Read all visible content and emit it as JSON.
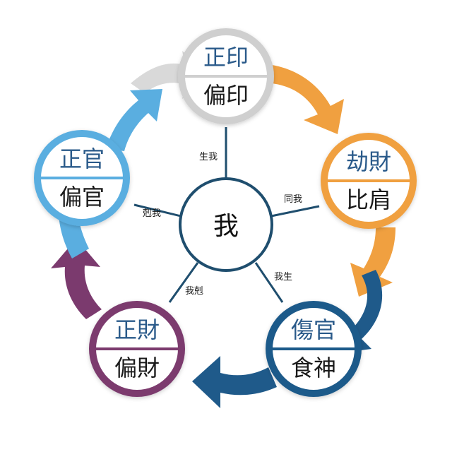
{
  "center": {
    "label": "我"
  },
  "nodes": [
    {
      "key": "yin",
      "top": "正印",
      "bottom": "偏印",
      "color": "#cfcfcf"
    },
    {
      "key": "cai_b",
      "top": "劫財",
      "bottom": "比肩",
      "color": "#f0a040"
    },
    {
      "key": "shang",
      "top": "傷官",
      "bottom": "食神",
      "color": "#1f5a8a"
    },
    {
      "key": "cai",
      "top": "正財",
      "bottom": "偏財",
      "color": "#7b3a6e"
    },
    {
      "key": "guan",
      "top": "正官",
      "bottom": "偏官",
      "color": "#5aaee0"
    }
  ],
  "relations": {
    "sheng_wo": "生我",
    "tong_wo": "同我",
    "wo_sheng": "我生",
    "wo_ke": "我剋",
    "ke_wo": "剋我"
  },
  "colors": {
    "ring": "#1f4e6e",
    "top_text": "#2a5a8a",
    "bottom_text": "#1a1a1a",
    "spoke": "#1f4e6e"
  }
}
